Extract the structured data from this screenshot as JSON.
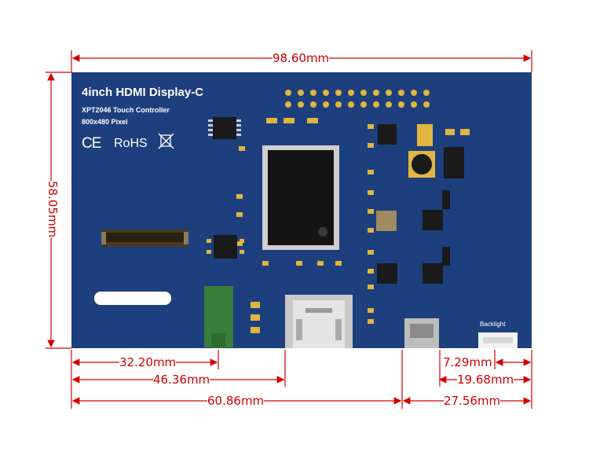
{
  "board": {
    "title": "4inch HDMI Display-C",
    "subtitle1": "XPT2046 Touch Controller",
    "subtitle2": "800x480 Pixel",
    "ce_mark": "CE",
    "rohs_mark": "RoHS",
    "backlight_label": "Backlight",
    "colors": {
      "pcb": "#1d3f7d",
      "dimension": "#d40000",
      "connector_green": "#3a7d3a"
    }
  },
  "dimensions": {
    "width": "98.60mm",
    "height": "58.05mm",
    "d1": "32.20mm",
    "d2": "46.36mm",
    "d3": "60.86mm",
    "d4": "7.29mm",
    "d5": "19.68mm",
    "d6": "27.56mm"
  }
}
